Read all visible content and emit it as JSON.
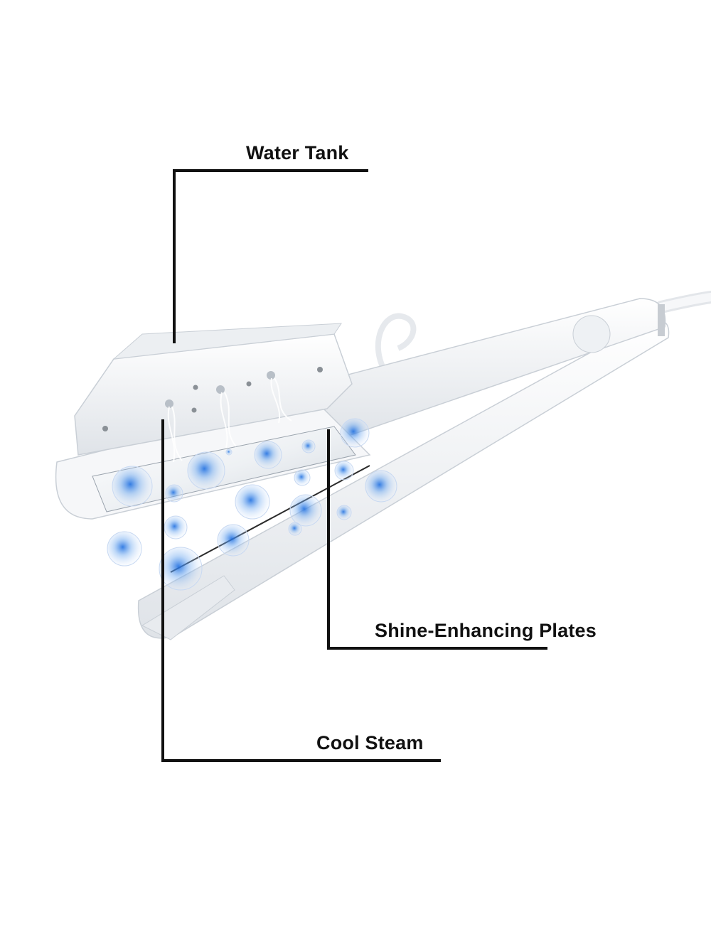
{
  "callouts": {
    "water_tank": "Water Tank",
    "plates": "Shine-Enhancing Plates",
    "cool_steam": "Cool Steam"
  },
  "colors": {
    "leader_line": "#111111",
    "device_body": "#f4f6f8",
    "steam_bubble": "#2f7fe0"
  },
  "icons": [
    "steam-straightener-illustration",
    "steam-bubble-icon"
  ]
}
